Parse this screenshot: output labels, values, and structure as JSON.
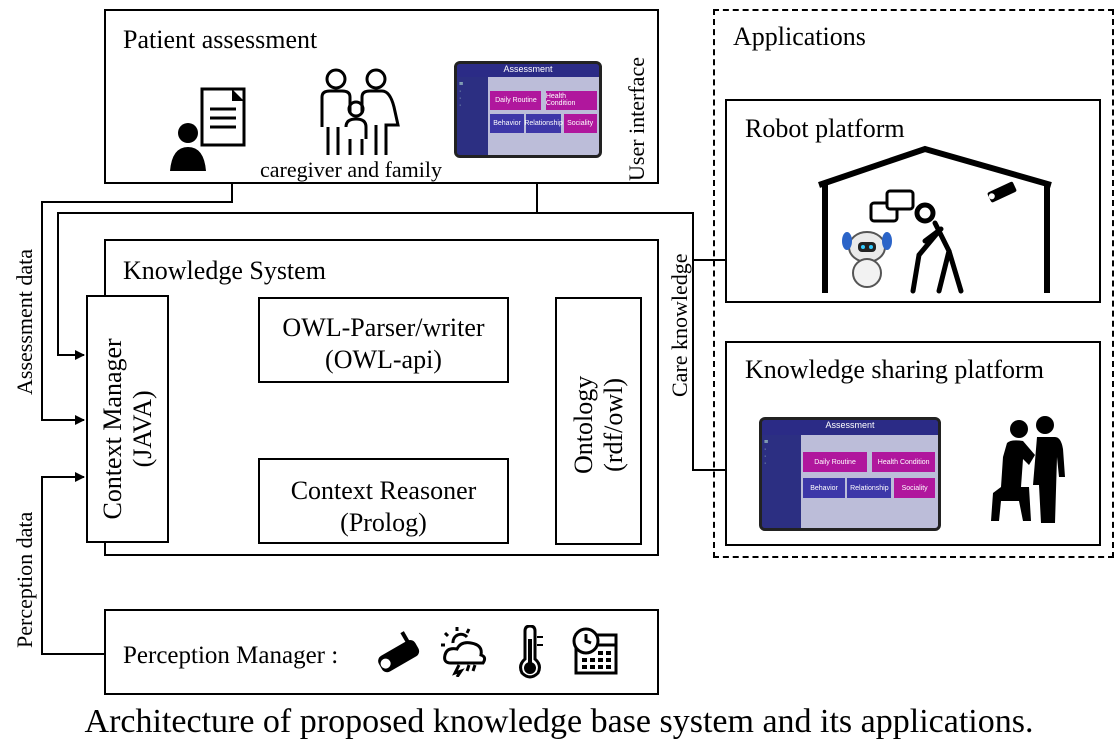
{
  "patient_assessment": {
    "title": "Patient assessment",
    "caregiver_label": "caregiver and family",
    "user_interface_label": "User interface"
  },
  "applications": {
    "title": "Applications",
    "robot_platform": "Robot platform",
    "knowledge_sharing_platform": "Knowledge sharing platform"
  },
  "knowledge_system": {
    "title": "Knowledge System",
    "context_manager": [
      "Context Manager",
      "(JAVA)"
    ],
    "owl_parser": [
      "OWL-Parser/writer",
      "(OWL-api)"
    ],
    "context_reasoner": [
      "Context Reasoner",
      "(Prolog)"
    ],
    "ontology": [
      "Ontology",
      "(rdf/owl)"
    ]
  },
  "perception": {
    "manager_label": "Perception Manager :",
    "icons": [
      "security-camera-icon",
      "weather-icon",
      "thermometer-icon",
      "calendar-clock-icon"
    ]
  },
  "edge_labels": {
    "assessment_data": "Assessment data",
    "perception_data": "Perception data",
    "care_knowledge": "Care knowledge"
  },
  "screen": {
    "header": "Assessment",
    "tile1": "Daily Routine",
    "tile2": "Health Condition",
    "tile3": "Behavior",
    "tile4": "Relationship",
    "tile5": "Sociality"
  },
  "caption": "Architecture of proposed knowledge base system and its applications."
}
